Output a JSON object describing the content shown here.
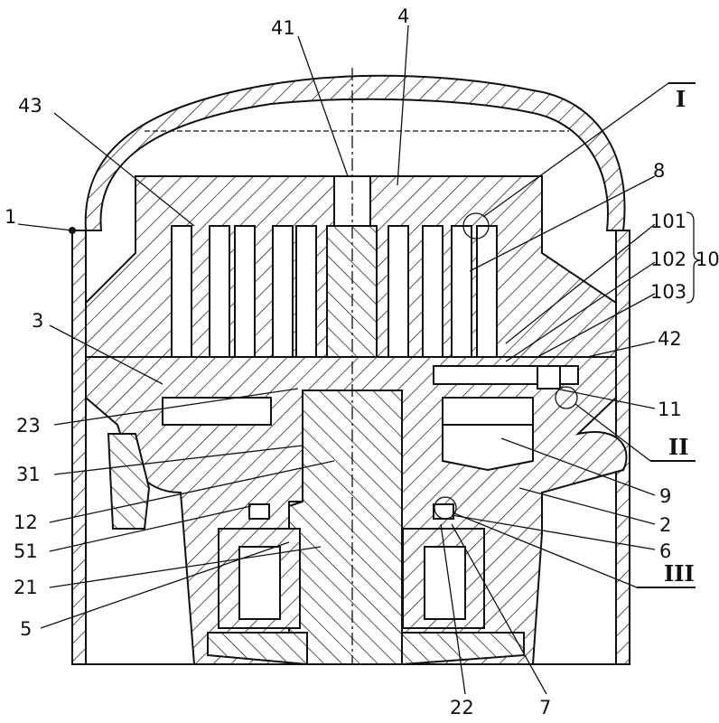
{
  "figure": {
    "labels": {
      "l41": "41",
      "l4": "4",
      "lI": "I",
      "l43": "43",
      "l8": "8",
      "l1": "1",
      "l101": "101",
      "l102": "102",
      "l103": "103",
      "l10": "10",
      "l3": "3",
      "l42": "42",
      "l11": "11",
      "l23": "23",
      "lII": "II",
      "l31": "31",
      "l9": "9",
      "l12": "12",
      "l2": "2",
      "l51": "51",
      "l6": "6",
      "l21": "21",
      "lIII": "III",
      "l5": "5",
      "l22": "22",
      "l7": "7"
    }
  }
}
